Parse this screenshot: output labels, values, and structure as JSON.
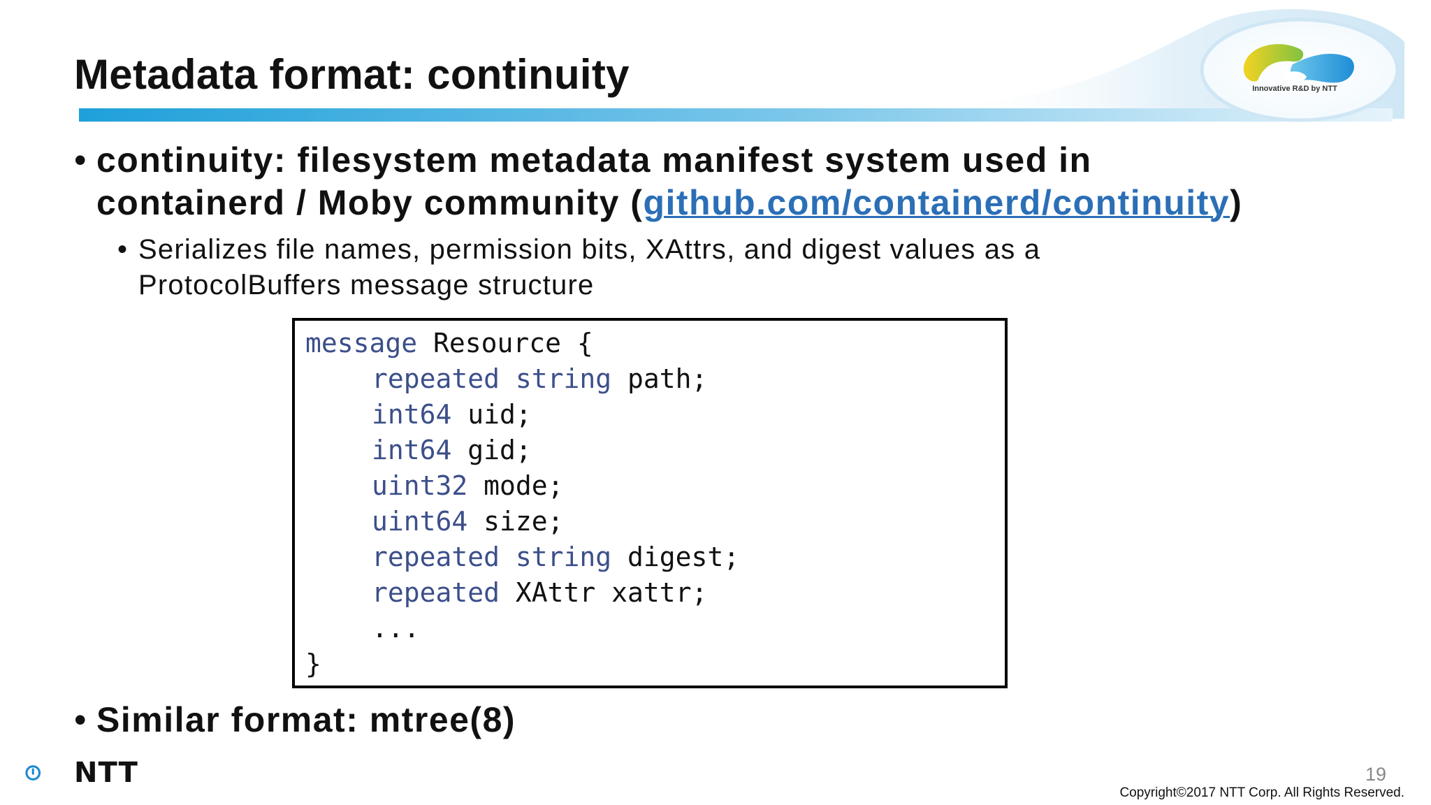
{
  "slide": {
    "title": "Metadata format: continuity",
    "logo_caption": "Innovative R&D by NTT",
    "bullets": {
      "b1_bullet": "•",
      "b1_line1": "continuity: filesystem metadata manifest system used in",
      "b1_line2_pre": "containerd / Moby community (",
      "b1_link": "github.com/containerd/continuity",
      "b1_line2_post": ")",
      "b2_bullet": "•",
      "b2_line1": "Serializes file names, permission bits, XAttrs, and digest values as a",
      "b2_line2": "ProtocolBuffers message structure",
      "b3_bullet": "•",
      "b3_text": "Similar format: mtree(8)"
    },
    "code": {
      "l1_kw": "message",
      "l1_rest": " Resource {",
      "l2_kw": "repeated string",
      "l2_rest": " path;",
      "l3_kw": "int64",
      "l3_rest": " uid;",
      "l4_kw": "int64",
      "l4_rest": " gid;",
      "l5_kw": "uint32",
      "l5_rest": " mode;",
      "l6_kw": "uint64",
      "l6_rest": " size;",
      "l7_kw": "repeated string",
      "l7_rest": " digest;",
      "l8_kw": "repeated",
      "l8_rest": " XAttr xattr;",
      "l9": "...",
      "l10": "}"
    },
    "footer": {
      "ntt_label": "NTT",
      "page_number": "19",
      "copyright": "Copyright©2017  NTT Corp. All Rights Reserved."
    },
    "colors": {
      "link": "#2b6fb6",
      "keyword": "#3c4f8a",
      "header_bar": "#29a3dc",
      "ntt_blue": "#1d8ad0"
    }
  }
}
